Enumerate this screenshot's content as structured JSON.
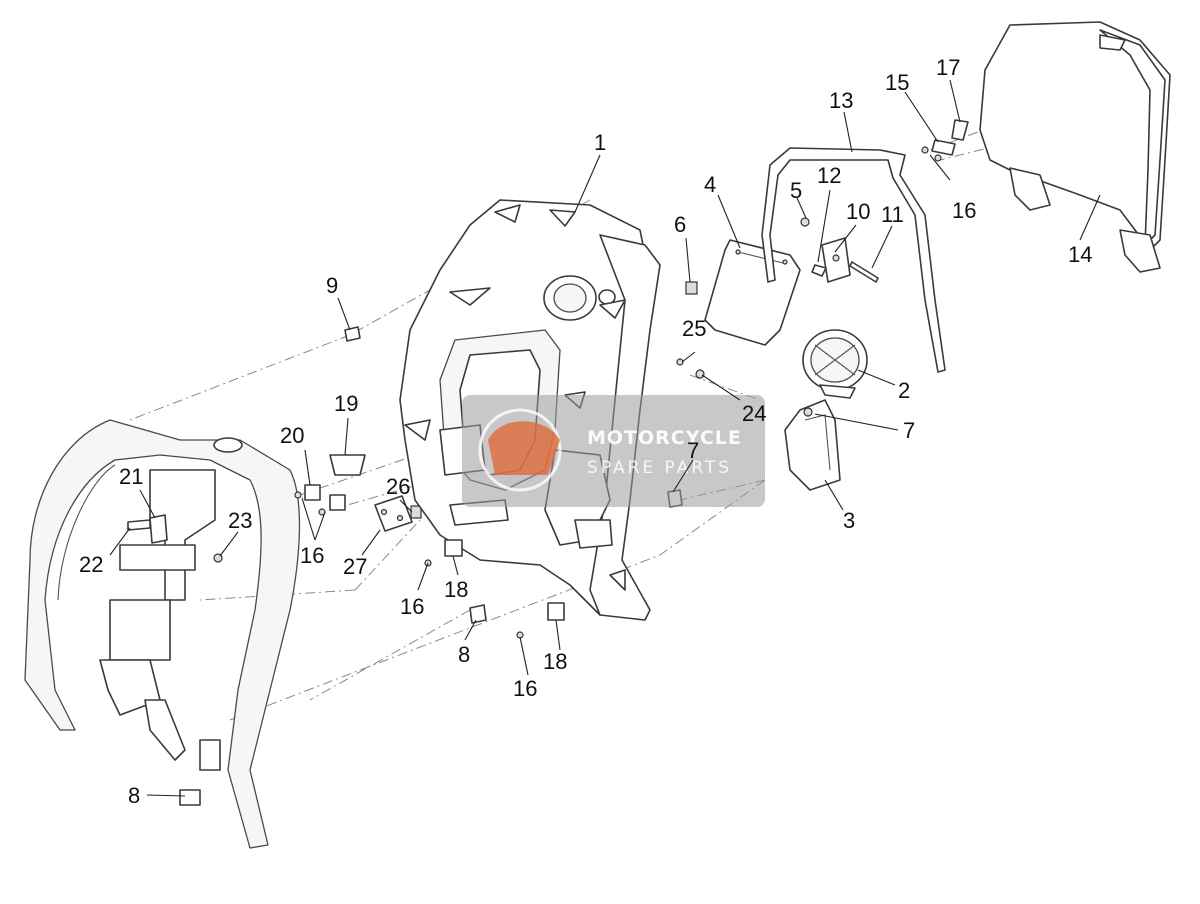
{
  "diagram": {
    "watermark": {
      "line1": "MOTORCYCLE",
      "line2": "SPARE PARTS",
      "logo_color": "#e06a3a",
      "band_color": "#9a9a9a"
    },
    "callouts": [
      {
        "id": "c1",
        "label": "1"
      },
      {
        "id": "c2",
        "label": "2"
      },
      {
        "id": "c3",
        "label": "3"
      },
      {
        "id": "c4",
        "label": "4"
      },
      {
        "id": "c5",
        "label": "5"
      },
      {
        "id": "c6",
        "label": "6"
      },
      {
        "id": "c7a",
        "label": "7"
      },
      {
        "id": "c7b",
        "label": "7"
      },
      {
        "id": "c8a",
        "label": "8"
      },
      {
        "id": "c8b",
        "label": "8"
      },
      {
        "id": "c9",
        "label": "9"
      },
      {
        "id": "c10",
        "label": "10"
      },
      {
        "id": "c11",
        "label": "11"
      },
      {
        "id": "c12",
        "label": "12"
      },
      {
        "id": "c13",
        "label": "13"
      },
      {
        "id": "c14",
        "label": "14"
      },
      {
        "id": "c15",
        "label": "15"
      },
      {
        "id": "c16a",
        "label": "16"
      },
      {
        "id": "c16b",
        "label": "16"
      },
      {
        "id": "c16c",
        "label": "16"
      },
      {
        "id": "c16d",
        "label": "16"
      },
      {
        "id": "c17",
        "label": "17"
      },
      {
        "id": "c18a",
        "label": "18"
      },
      {
        "id": "c18b",
        "label": "18"
      },
      {
        "id": "c19",
        "label": "19"
      },
      {
        "id": "c20",
        "label": "20"
      },
      {
        "id": "c21",
        "label": "21"
      },
      {
        "id": "c22",
        "label": "22"
      },
      {
        "id": "c23",
        "label": "23"
      },
      {
        "id": "c24",
        "label": "24"
      },
      {
        "id": "c25",
        "label": "25"
      },
      {
        "id": "c26",
        "label": "26"
      },
      {
        "id": "c27",
        "label": "27"
      }
    ]
  }
}
